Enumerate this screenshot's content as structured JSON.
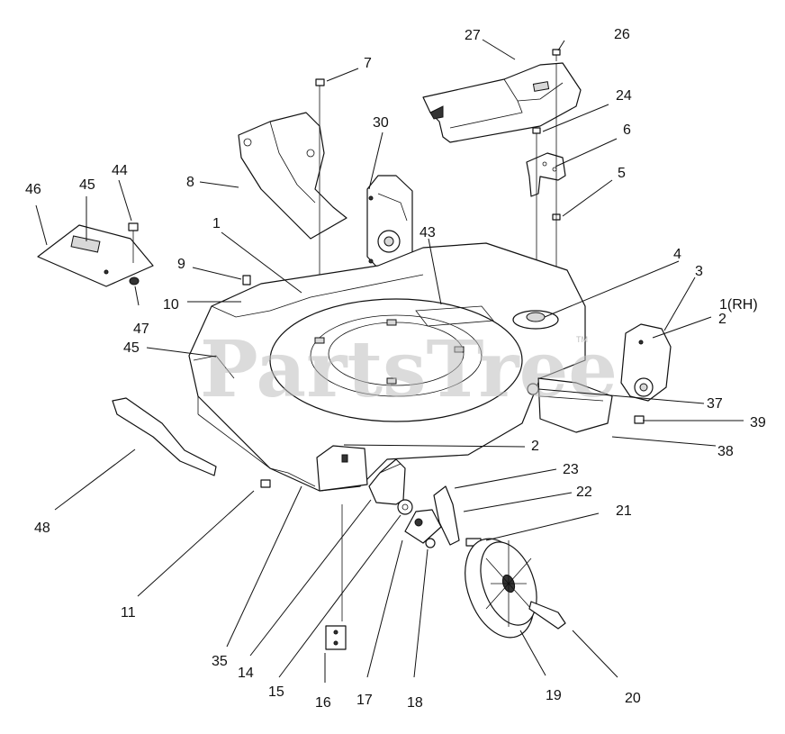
{
  "watermark": {
    "text": "PartsTree",
    "tm": "TM"
  },
  "labels": {
    "l1": "1",
    "l1rh": "1(RH)",
    "l2a": "2",
    "l2b": "2",
    "l3": "3",
    "l4": "4",
    "l5": "5",
    "l6": "6",
    "l7": "7",
    "l8": "8",
    "l9": "9",
    "l10": "10",
    "l11": "11",
    "l14": "14",
    "l15": "15",
    "l16": "16",
    "l17": "17",
    "l18": "18",
    "l19": "19",
    "l20": "20",
    "l21": "21",
    "l22": "22",
    "l23": "23",
    "l24": "24",
    "l26": "26",
    "l27": "27",
    "l30": "30",
    "l35": "35",
    "l37": "37",
    "l38": "38",
    "l39": "39",
    "l43": "43",
    "l44": "44",
    "l45a": "45",
    "l45b": "45",
    "l46": "46",
    "l47": "47",
    "l48": "48"
  }
}
